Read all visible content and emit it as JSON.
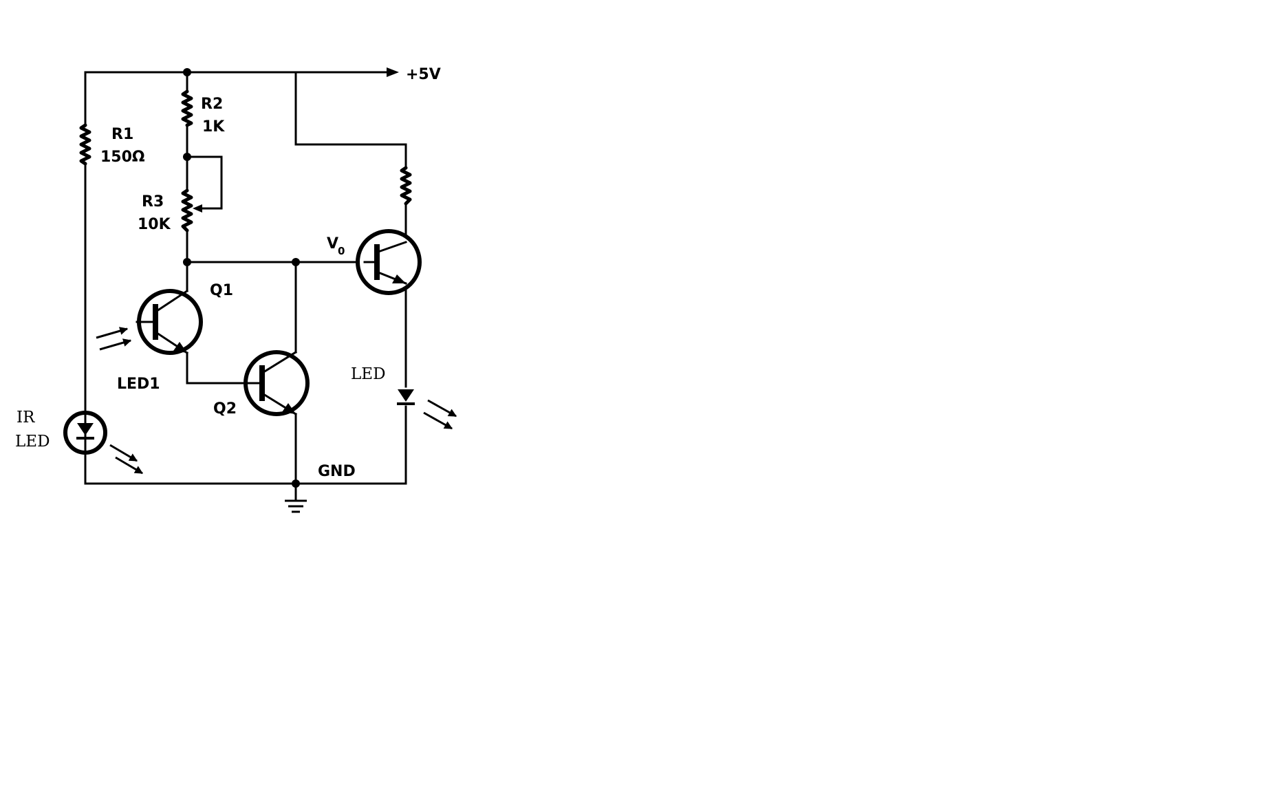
{
  "labels": {
    "supply": "+5V",
    "r1_name": "R1",
    "r1_value": "150Ω",
    "r2_name": "R2",
    "r2_value": "1K",
    "r3_name": "R3",
    "r3_value": "10K",
    "q1": "Q1",
    "q2": "Q2",
    "led1": "LED1",
    "vo_main": "V",
    "vo_sub": "0",
    "ir_line1": "IR",
    "ir_line2": "LED",
    "led_out": "LED",
    "gnd": "GND"
  }
}
